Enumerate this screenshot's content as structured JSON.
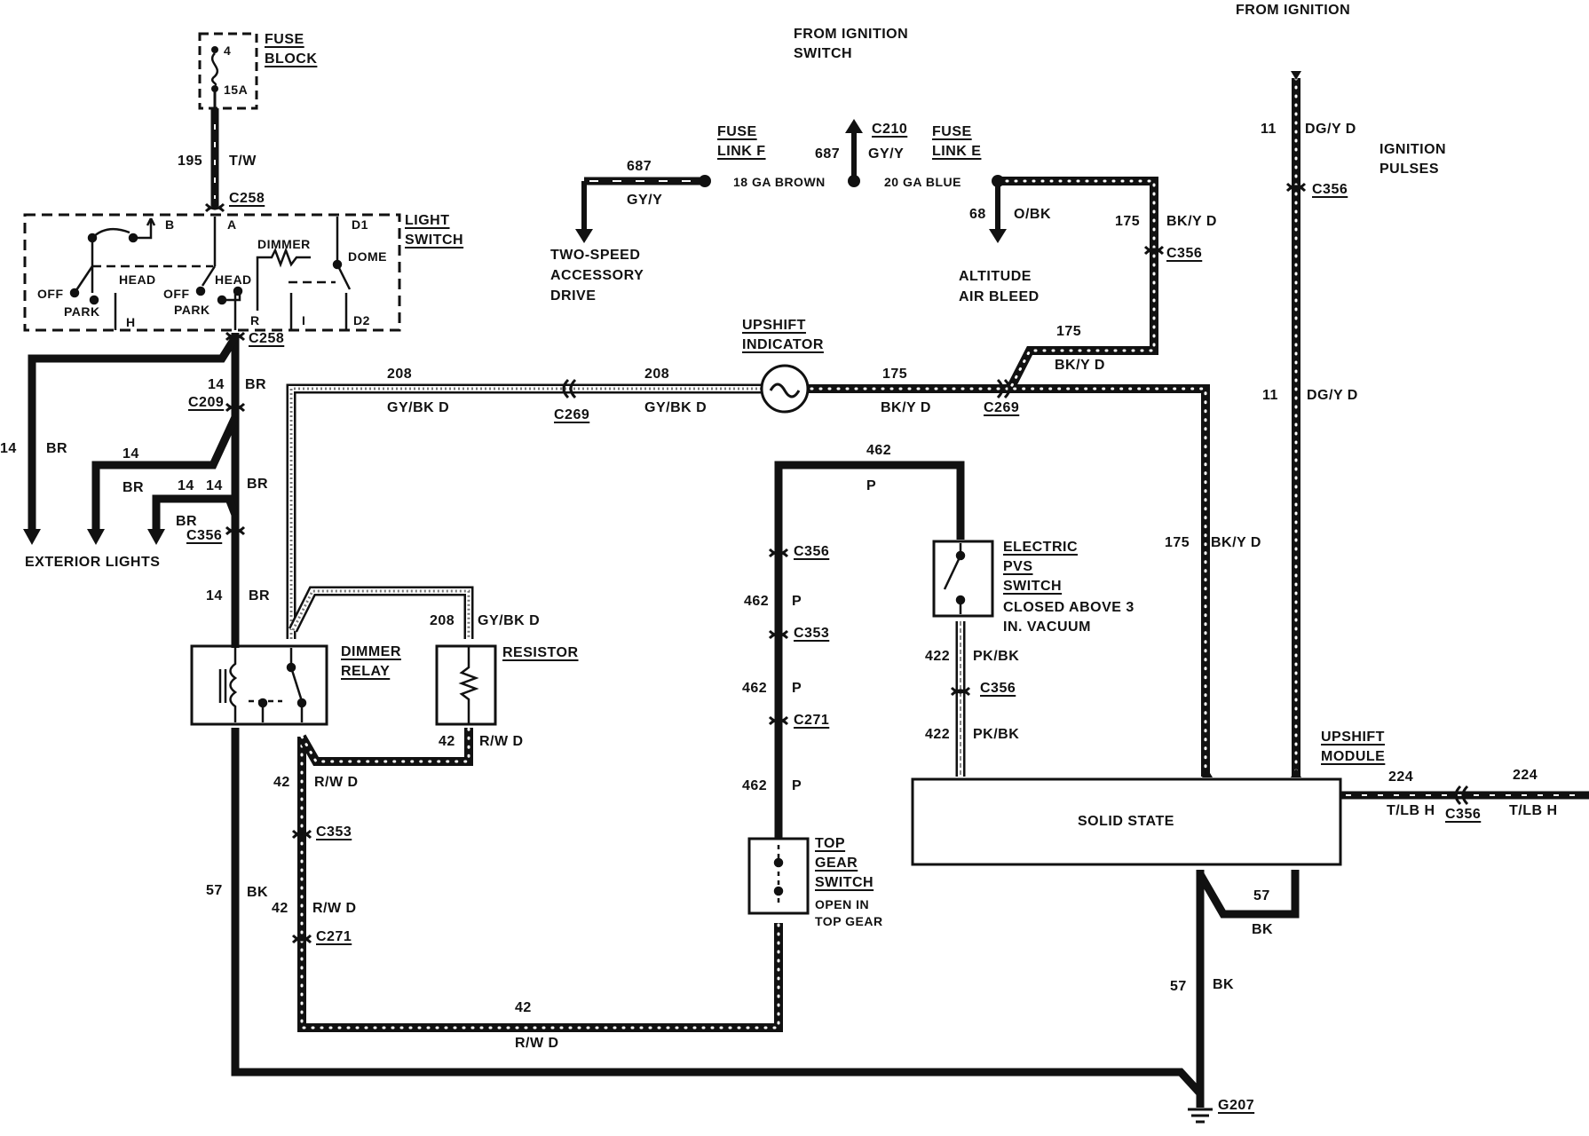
{
  "labels": {
    "fuse_block_title": "FUSE BLOCK",
    "fuse_num": "4",
    "fuse_amp": "15A",
    "from_ign_switch": "FROM IGNITION SWITCH",
    "from_ign": "FROM IGNITION",
    "ign_pulses": "IGNITION PULSES",
    "fuse_link_f": "FUSE LINK F",
    "fuse_link_e": "FUSE LINK E",
    "c210": "C210",
    "w687_a": "687",
    "w687_b": "687",
    "gyy_a": "GY/Y",
    "gyy_b": "GY/Y",
    "ga18": "18 GA BROWN",
    "ga20": "20 GA BLUE",
    "two_speed": "TWO-SPEED ACCESSORY DRIVE",
    "w68": "68",
    "obk": "O/BK",
    "alt_air": "ALTITUDE AIR BLEED",
    "w175_a": "175",
    "bkyd_a": "BK/Y D",
    "c356_a": "C356",
    "w175_b": "175",
    "bkyd_b": "BK/Y D",
    "w175_c": "175",
    "bkyd_c": "BK/Y D",
    "c269_a": "C269",
    "w175_d": "175",
    "bkyd_d": "BK/Y D",
    "upshift_ind": "UPSHIFT INDICATOR",
    "w208_a": "208",
    "gybkd_a": "GY/BK D",
    "c269_b": "C269",
    "w208_b": "208",
    "gybkd_b": "GY/BK D",
    "w11_a": "11",
    "dgyd_a": "DG/Y D",
    "c356_b": "C356",
    "w11_b": "11",
    "dgyd_b": "DG/Y D",
    "w195": "195",
    "tw": "T/W",
    "c258_a": "C258",
    "c258_b": "C258",
    "light_switch": "LIGHT SWITCH",
    "ls_b": "B",
    "ls_a": "A",
    "ls_d1": "D1",
    "ls_dimmer": "DIMMER",
    "ls_dome": "DOME",
    "ls_head1": "HEAD",
    "ls_head2": "HEAD",
    "ls_off1": "OFF",
    "ls_off2": "OFF",
    "ls_park1": "PARK",
    "ls_park2": "PARK",
    "ls_h": "H",
    "ls_r": "R",
    "ls_i": "I",
    "ls_d2": "D2",
    "w14_a": "14",
    "br_a": "BR",
    "c209": "C209",
    "w14_b": "14",
    "br_b": "BR",
    "w14_c": "14",
    "br_c": "BR",
    "w14_d": "14",
    "w14_e": "14",
    "br_d": "BR",
    "br_e": "BR",
    "c356_c": "C356",
    "ext_lights": "EXTERIOR LIGHTS",
    "w14_f": "14",
    "br_f": "BR",
    "dimmer_relay": "DIMMER RELAY",
    "resistor": "RESISTOR",
    "w208_c": "208",
    "gybkd_c": "GY/BK D",
    "w42_a": "42",
    "rwd_a": "R/W D",
    "w42_b": "42",
    "rwd_b": "R/W D",
    "c353_a": "C353",
    "w42_c": "42",
    "rwd_c": "R/W D",
    "c271_a": "C271",
    "w42_d": "42",
    "rwd_d": "R/W D",
    "w57_a": "57",
    "bk_a": "BK",
    "w462_a": "462",
    "p_a": "P",
    "c356_d": "C356",
    "w462_b": "462",
    "p_b": "P",
    "c353_b": "C353",
    "w462_c": "462",
    "p_c": "P",
    "c271_b": "C271",
    "w462_d": "462",
    "p_d": "P",
    "top_gear": "TOP GEAR SWITCH",
    "open_top": "OPEN IN TOP GEAR",
    "elec_pvs": "ELECTRIC PVS SWITCH",
    "closed_above": "CLOSED ABOVE 3 IN. VACUUM",
    "w422_a": "422",
    "pkbk_a": "PK/BK",
    "c356_e": "C356",
    "w422_b": "422",
    "pkbk_b": "PK/BK",
    "solid_state": "SOLID STATE",
    "upshift_mod": "UPSHIFT MODULE",
    "w224_a": "224",
    "tlbh_a": "T/LB H",
    "c356_f": "C356",
    "w224_b": "224",
    "tlbh_b": "T/LB H",
    "w57_b": "57",
    "bk_b": "BK",
    "w57_c": "57",
    "bk_c": "BK",
    "g207": "G207"
  }
}
